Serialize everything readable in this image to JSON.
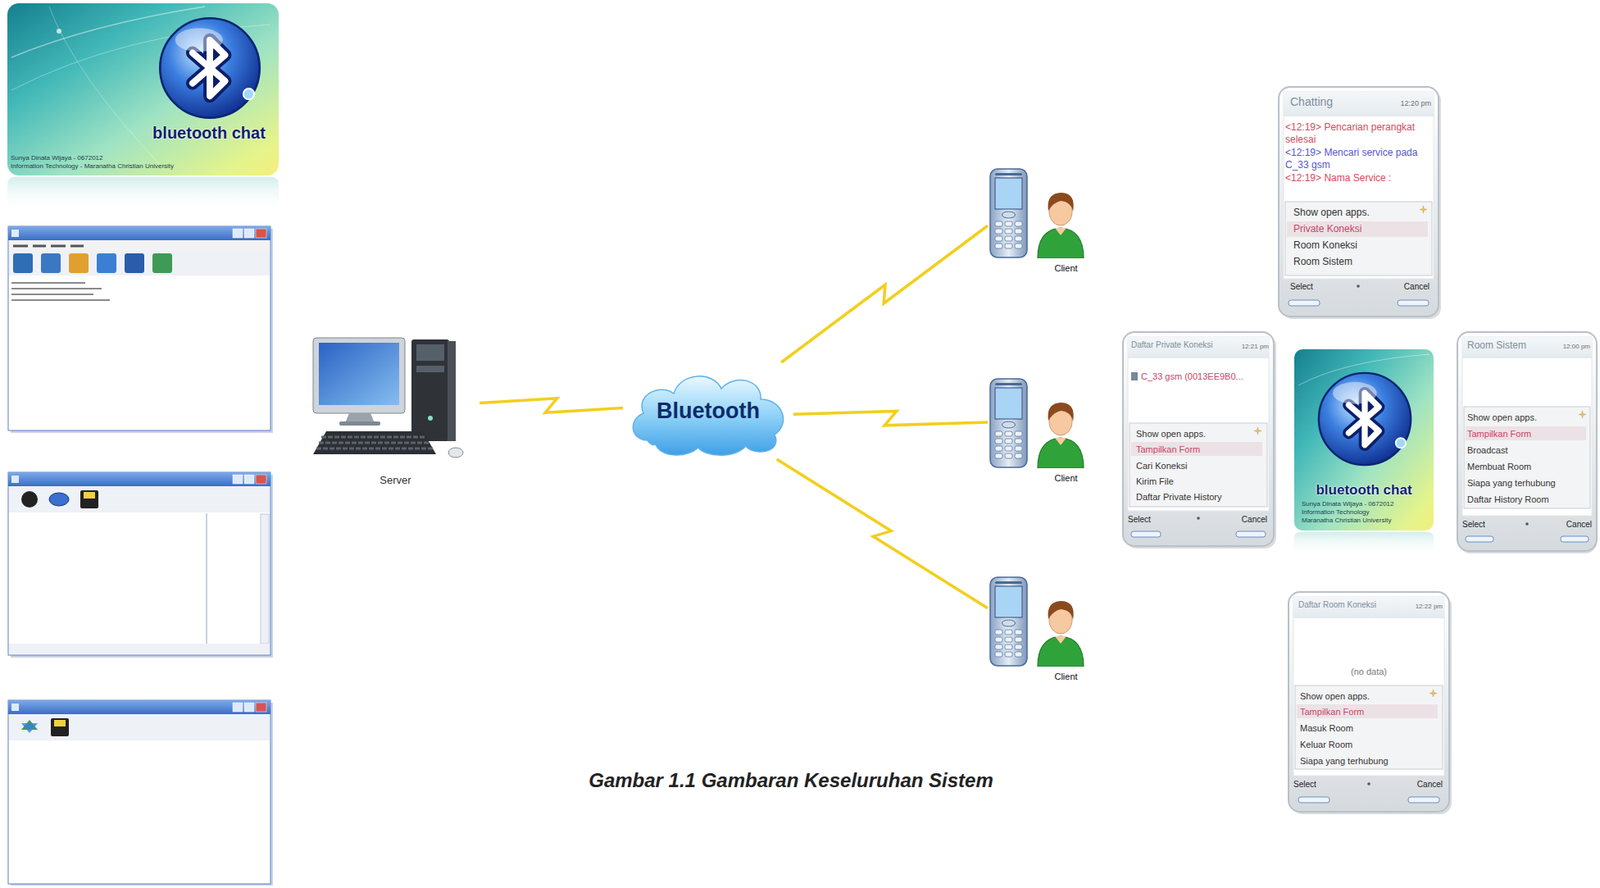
{
  "diagram": {
    "caption": "Gambar 1.1 Gambaran Keseluruhan Sistem",
    "nodes": [
      {
        "text": [
          "Server"
        ]
      },
      {
        "text": [
          "Bluetooth"
        ]
      },
      {
        "text": [
          "Client"
        ]
      },
      {
        "text": [
          "Client"
        ]
      },
      {
        "text": [
          "Client"
        ]
      }
    ],
    "edges": [
      {
        "from": 0,
        "to": 1,
        "arrow": "none"
      },
      {
        "from": 1,
        "to": 2,
        "arrow": "none"
      },
      {
        "from": 1,
        "to": 3,
        "arrow": "none"
      },
      {
        "from": 1,
        "to": 4,
        "arrow": "none"
      }
    ],
    "labels": [
      "bluetooth chat",
      "Sunya Dinata Wijaya - 0672012",
      "Information Technology - Maranatha Christian University",
      "Chatting",
      "12:20 pm",
      "<12:19> Pencarian perangkat selesai",
      "<12:19> Mencari service pada C_33 gsm",
      "<12:19> Nama Service :",
      "Show open apps.",
      "Private Koneksi",
      "Room Koneksi",
      "Room Sistem",
      "Select",
      "Cancel",
      "Daftar Private Koneksi",
      "12:21 pm",
      "C_33 gsm (0013EE9B0...",
      "Show open apps.",
      "Tampilkan Form",
      "Cari Koneksi",
      "Kirim File",
      "Daftar Private History",
      "Select",
      "Cancel",
      "bluetooth chat",
      "Sunya Dinata Wijaya - 0672012",
      "Information Technology",
      "Maranatha Christian University",
      "Room Sistem",
      "12:00 pm",
      "Show open apps.",
      "Tampilkan Form",
      "Broadcast",
      "Membuat Room",
      "Siapa yang terhubung",
      "Daftar History Room",
      "Select",
      "Cancel",
      "Daftar Room Koneksi",
      "12:22 pm",
      "(no data)",
      "Show open apps.",
      "Tampilkan Form",
      "Masuk Room",
      "Keluar Room",
      "Siapa yang terhubung",
      "Select",
      "Cancel"
    ]
  }
}
